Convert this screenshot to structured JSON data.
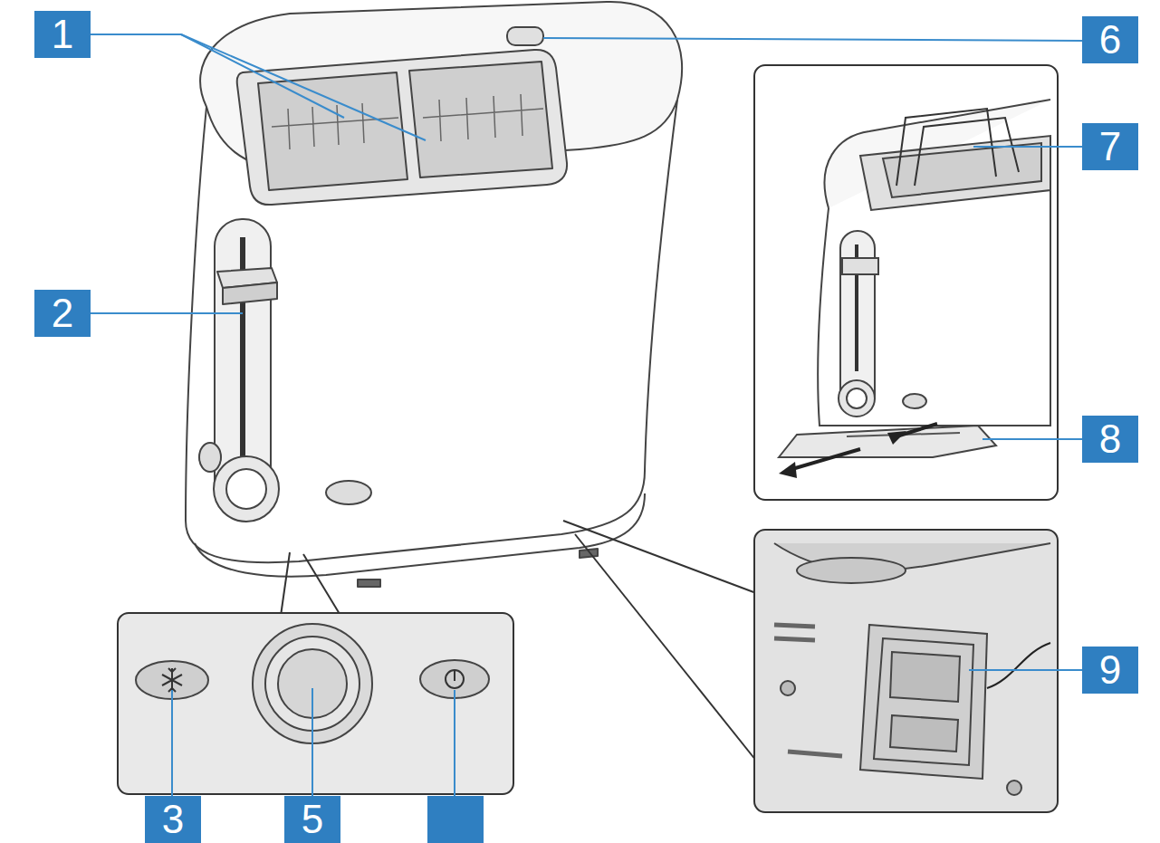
{
  "diagram": {
    "labels": [
      "1",
      "6",
      "7",
      "2",
      "8",
      "3",
      "5",
      "9"
    ]
  }
}
